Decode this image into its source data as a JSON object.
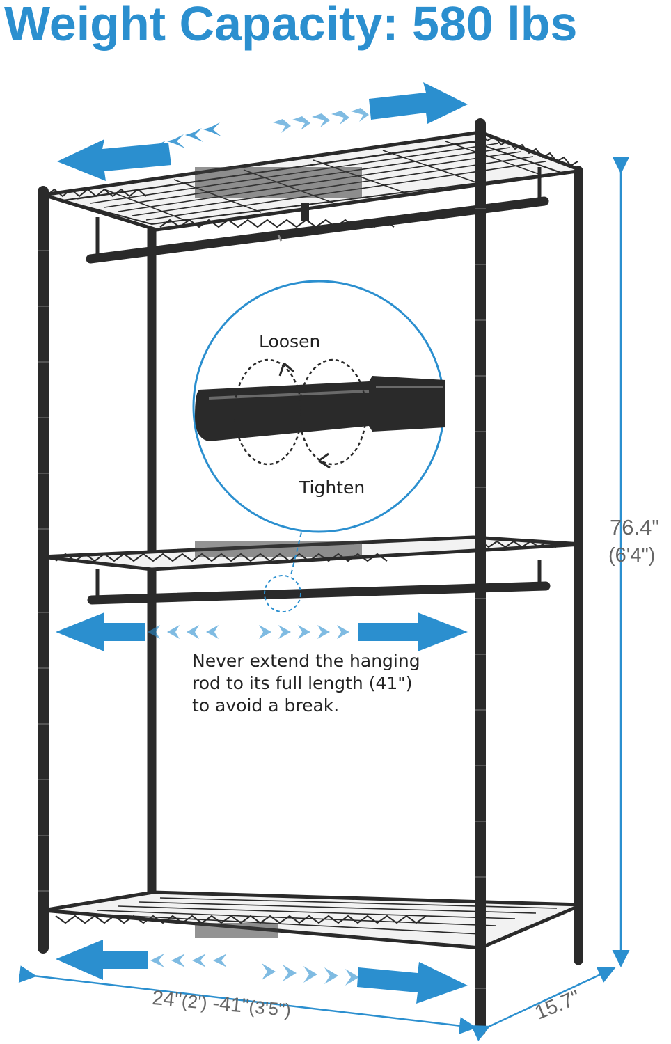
{
  "title": "Weight Capacity: 580 lbs",
  "callout": {
    "loosen": "Loosen",
    "tighten": "Tighten"
  },
  "note": {
    "line1": "Never extend the hanging",
    "line2": "rod to its full length (41\")",
    "line3": "to avoid a break."
  },
  "dimensions": {
    "height": "76.4\"",
    "height_ft": "(6'4\")",
    "width_min": "24\"",
    "width_min_ft": "(2')",
    "width_max": "-41\"",
    "width_max_ft": "(3'5\")",
    "depth": "15.7\""
  },
  "colors": {
    "accent": "#2b8fcf",
    "frame": "#2a2a2a",
    "text": "#222222"
  }
}
